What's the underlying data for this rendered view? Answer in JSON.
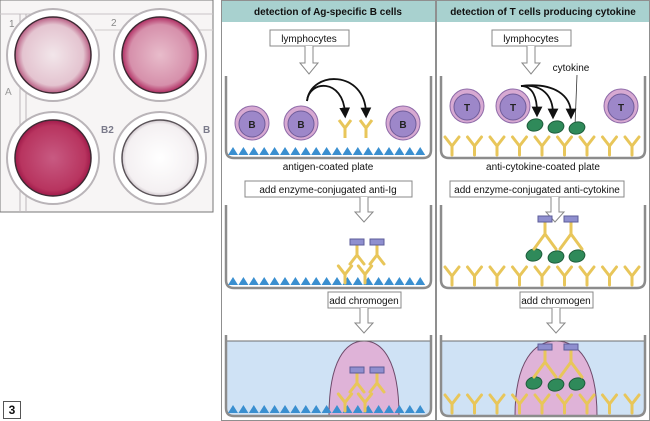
{
  "figure": {
    "number": "3",
    "photo": {
      "description": "ELISPOT plate photograph with four wells",
      "well_labels": [
        "1",
        "2",
        "A",
        "B2",
        "B"
      ],
      "wells": [
        {
          "position": "top-left",
          "stain": "light pink"
        },
        {
          "position": "top-right",
          "stain": "medium pink"
        },
        {
          "position": "bottom-left",
          "stain": "dark magenta"
        },
        {
          "position": "bottom-right",
          "stain": "clear"
        }
      ]
    },
    "colors": {
      "header_bg": "#a8d1cf",
      "cell_fill": "#9d87c9",
      "cell_ring": "#d7a9d2",
      "antibody": "#e8c65a",
      "antigen": "#3a8fd0",
      "cytokine": "#2f8a5a",
      "enzyme": "#8f8fcf",
      "spot": "#dfb3d8",
      "chromogen_fluid": "#cfe2f5",
      "plate": "#8c8c8c"
    },
    "panels": [
      {
        "title": "detection of Ag-specific B cells",
        "step1_label": "lymphocytes",
        "cell_letter": "B",
        "plate_label": "antigen-coated plate",
        "step2_label": "add enzyme-conjugated anti-Ig",
        "step3_label": "add chromogen"
      },
      {
        "title": "detection of T cells producing cytokine",
        "step1_label": "lymphocytes",
        "cell_letter": "T",
        "secretion_label": "cytokine",
        "plate_label": "anti-cytokine-coated plate",
        "step2_label": "add enzyme-conjugated anti-cytokine",
        "step3_label": "add chromogen"
      }
    ]
  }
}
